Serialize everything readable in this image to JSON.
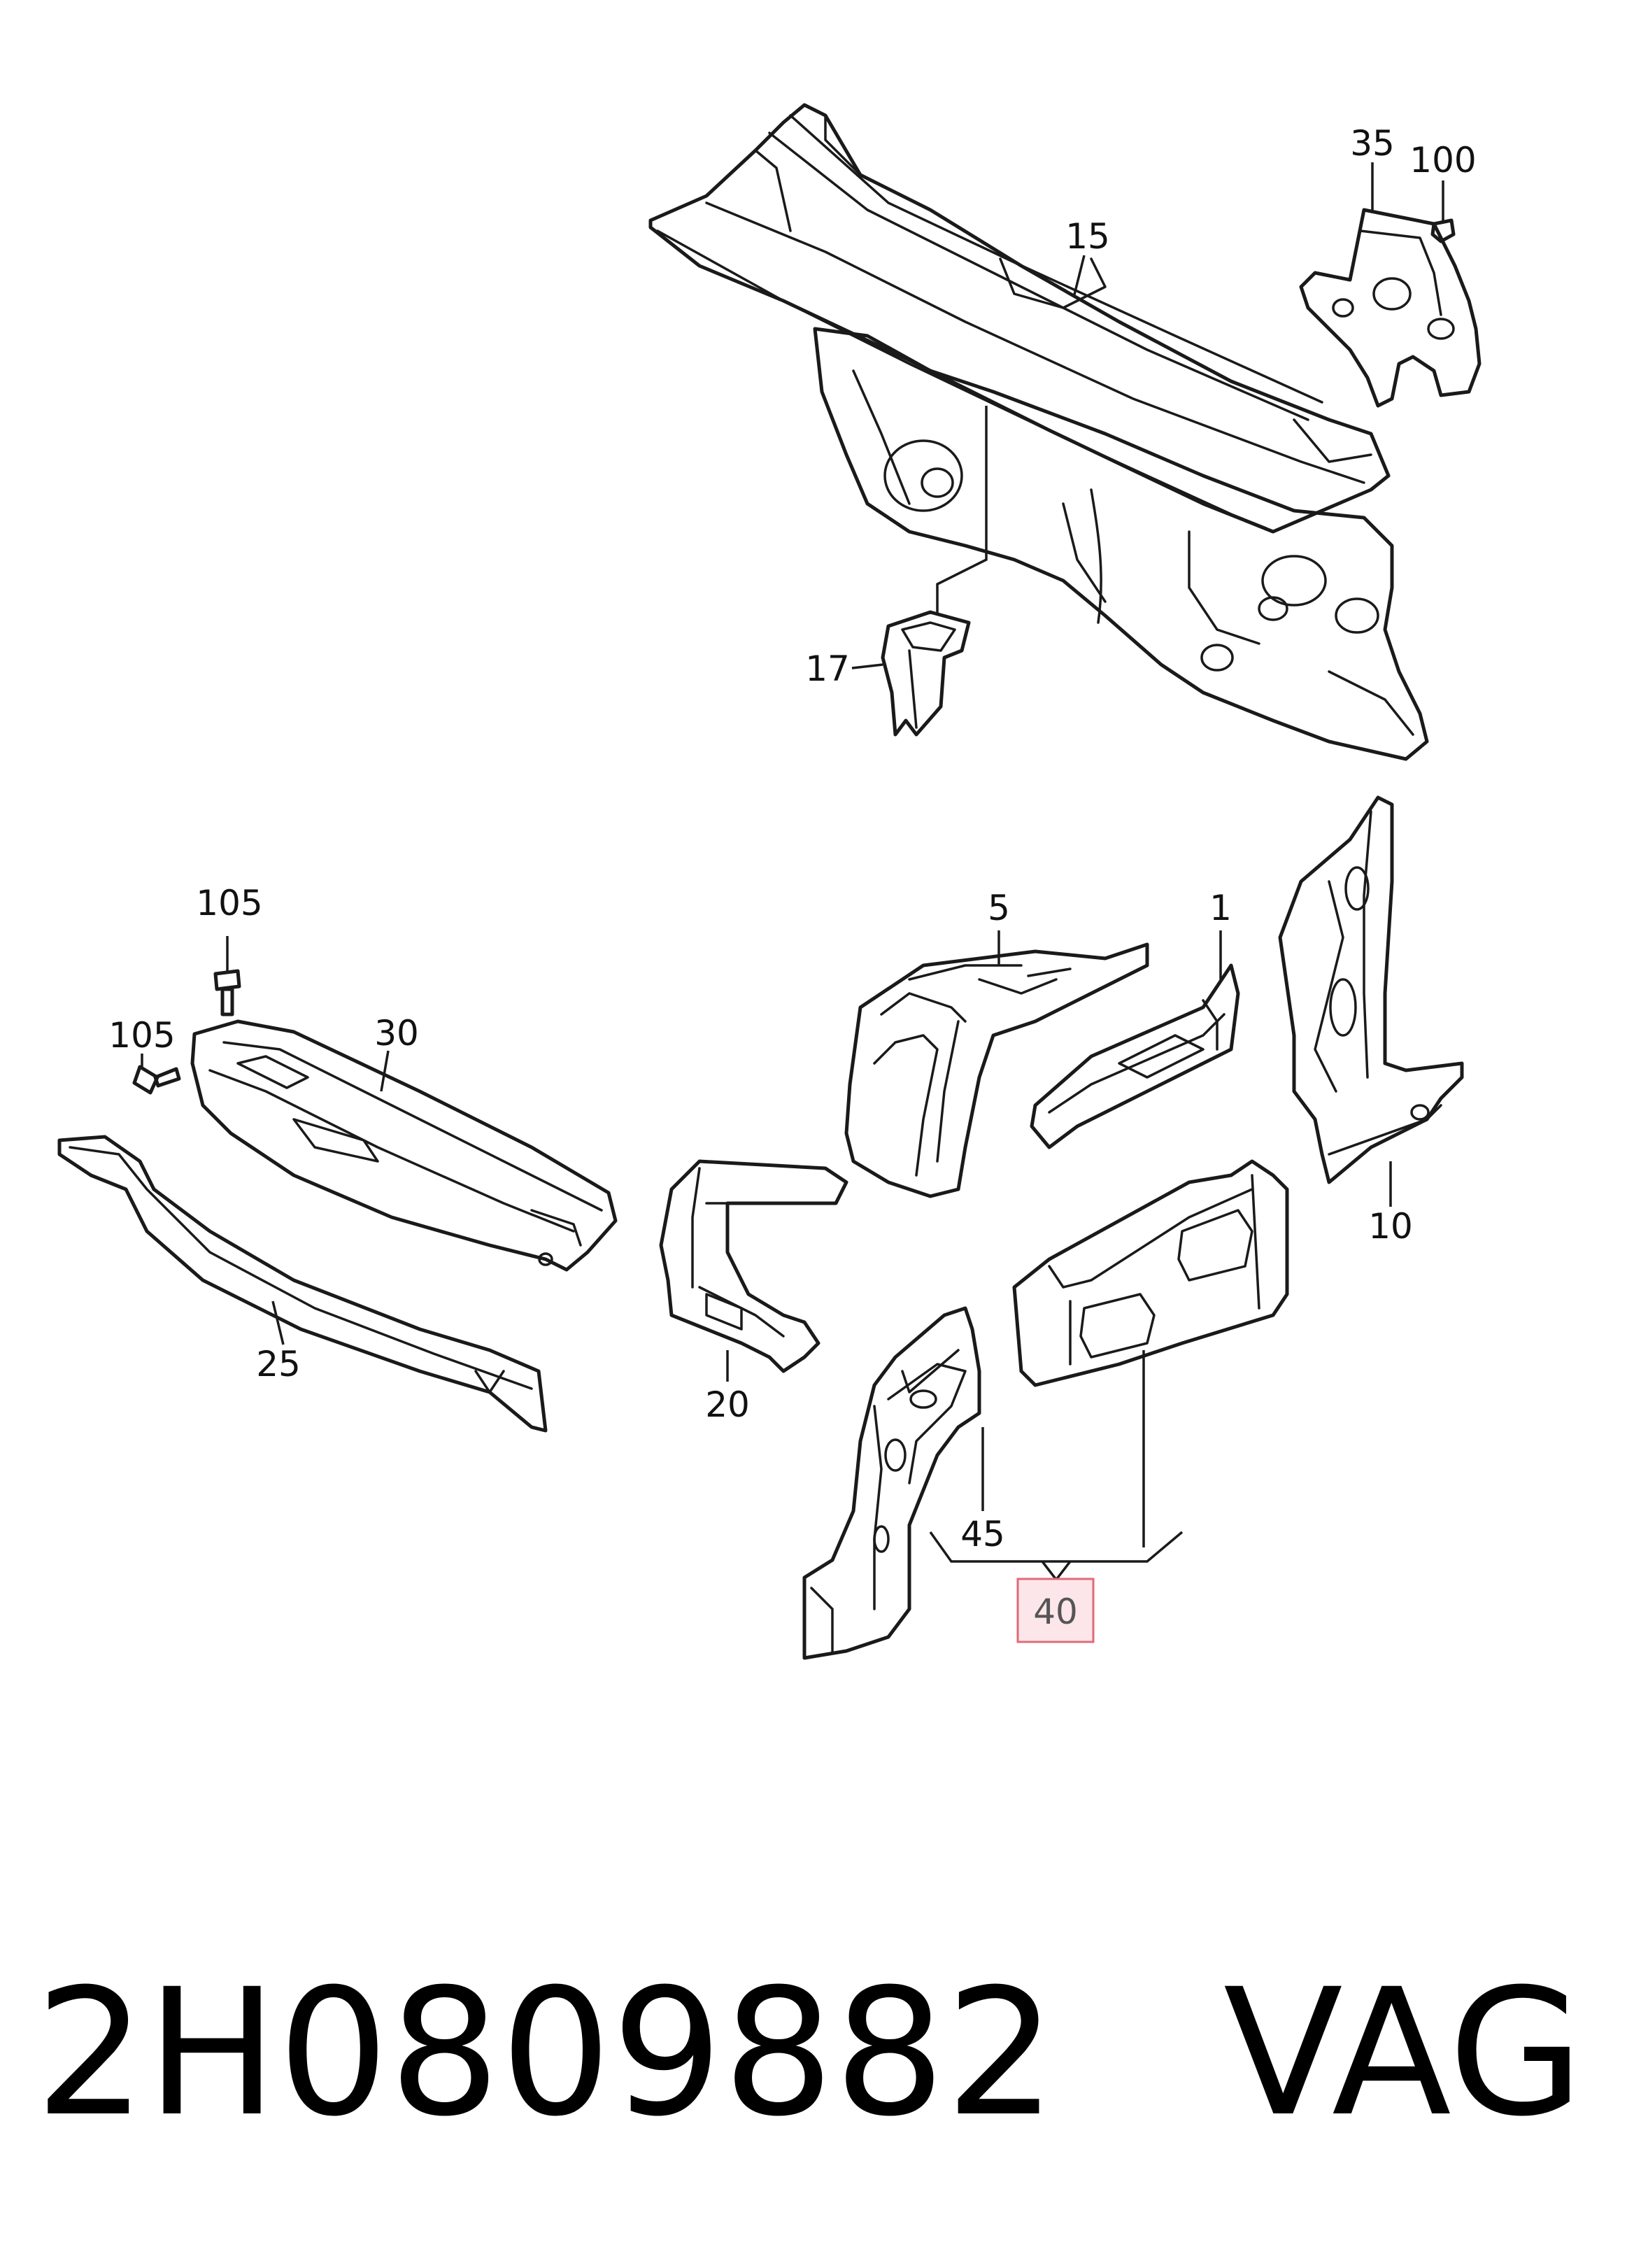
{
  "callouts": {
    "c1": "1",
    "c5": "5",
    "c10": "10",
    "c15": "15",
    "c17": "17",
    "c20": "20",
    "c25": "25",
    "c30": "30",
    "c35": "35",
    "c40": "40",
    "c45": "45",
    "c100": "100",
    "c105a": "105",
    "c105b": "105"
  },
  "highlighted_callout": "40",
  "colors": {
    "highlight_fill": "#fde6ea",
    "highlight_border": "#e06a7a",
    "line": "#1a1a1a"
  },
  "footer": {
    "part_number": "2H0809882",
    "brand": "VAG"
  }
}
